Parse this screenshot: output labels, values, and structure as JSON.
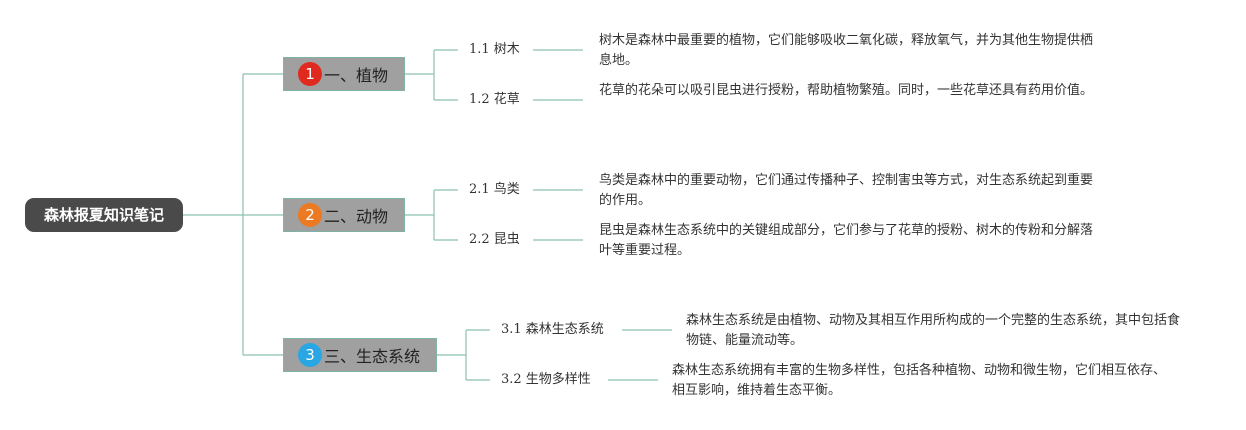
{
  "root": {
    "label": "森林报夏知识笔记"
  },
  "branches": [
    {
      "number": "1",
      "label": "一、植物",
      "color": "#e02a1f",
      "items": [
        {
          "label": "1.1 树木",
          "text": "树木是森林中最重要的植物，它们能够吸收二氧化碳，释放氧气，并为其他生物提供栖息地。"
        },
        {
          "label": "1.2 花草",
          "text": "花草的花朵可以吸引昆虫进行授粉，帮助植物繁殖。同时，一些花草还具有药用价值。"
        }
      ]
    },
    {
      "number": "2",
      "label": "二、动物",
      "color": "#ec7a22",
      "items": [
        {
          "label": "2.1 鸟类",
          "text": "鸟类是森林中的重要动物，它们通过传播种子、控制害虫等方式，对生态系统起到重要的作用。"
        },
        {
          "label": "2.2 昆虫",
          "text": "昆虫是森林生态系统中的关键组成部分，它们参与了花草的授粉、树木的传粉和分解落叶等重要过程。"
        }
      ]
    },
    {
      "number": "3",
      "label": "三、生态系统",
      "color": "#29a6e4",
      "items": [
        {
          "label": "3.1 森林生态系统",
          "text": "森林生态系统是由植物、动物及其相互作用所构成的一个完整的生态系统，其中包括食物链、能量流动等。"
        },
        {
          "label": "3.2 生物多样性",
          "text": "森林生态系统拥有丰富的生物多样性，包括各种植物、动物和微生物，它们相互依存、相互影响，维持着生态平衡。"
        }
      ]
    }
  ],
  "colors": {
    "connector": "#8cc0b1",
    "root_bg": "#4a4a4a",
    "branch_bg": "#a0a0a0"
  }
}
